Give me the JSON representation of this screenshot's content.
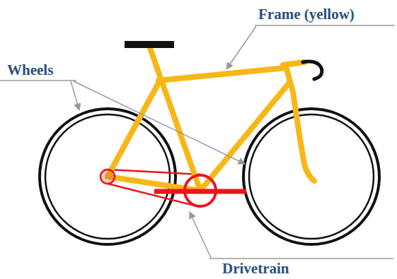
{
  "diagram": {
    "labels": [
      "Frame (yellow)",
      "Wheels",
      "Drivetrain"
    ]
  }
}
